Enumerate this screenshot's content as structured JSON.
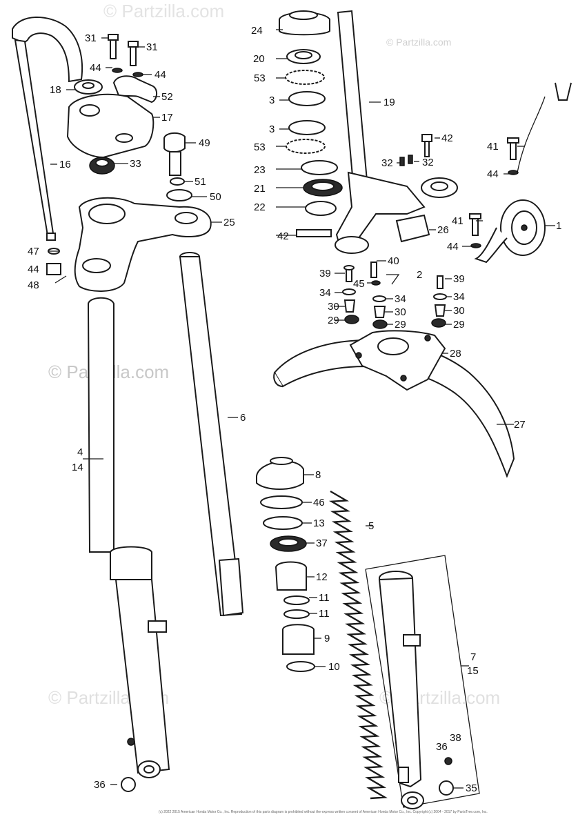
{
  "watermarks": {
    "main": "© Partzilla.com",
    "top_right": "© Partzilla.com"
  },
  "copyright": "(c) 2022 2015 American Honda Motor Co., Inc. Reproduction of this parts diagram is prohibited without the express written consent of American Honda Motor Co., Inc. Copyright (c) 2004 - 2017 by PartsTree.com, Inc.",
  "callouts": {
    "c1": "1",
    "c2": "2",
    "c3a": "3",
    "c3b": "3",
    "c5": "5",
    "c6": "6",
    "c4": "4",
    "c14": "14",
    "c7": "7",
    "c15": "15",
    "c8": "8",
    "c9": "9",
    "c10": "10",
    "c11a": "11",
    "c11b": "11",
    "c12": "12",
    "c13": "13",
    "c16": "16",
    "c17": "17",
    "c18": "18",
    "c19": "19",
    "c20": "20",
    "c21": "21",
    "c22": "22",
    "c23": "23",
    "c24": "24",
    "c25": "25",
    "c26": "26",
    "c27": "27",
    "c28": "28",
    "c29a": "29",
    "c29b": "29",
    "c29c": "29",
    "c30a": "30",
    "c30b": "30",
    "c30c": "30",
    "c31a": "31",
    "c31b": "31",
    "c32a": "32",
    "c32b": "32",
    "c33": "33",
    "c34a": "34",
    "c34b": "34",
    "c34c": "34",
    "c35": "35",
    "c36a": "36",
    "c36b": "36",
    "c37": "37",
    "c38": "38",
    "c39a": "39",
    "c39b": "39",
    "c40": "40",
    "c41a": "41",
    "c41b": "41",
    "c42a": "42",
    "c42b": "42",
    "c44a": "44",
    "c44b": "44",
    "c44c": "44",
    "c44d": "44",
    "c44e": "44",
    "c45": "45",
    "c46": "46",
    "c47": "47",
    "c48": "48",
    "c49": "49",
    "c50": "50",
    "c51": "51",
    "c52": "52",
    "c53a": "53",
    "c53b": "53"
  }
}
